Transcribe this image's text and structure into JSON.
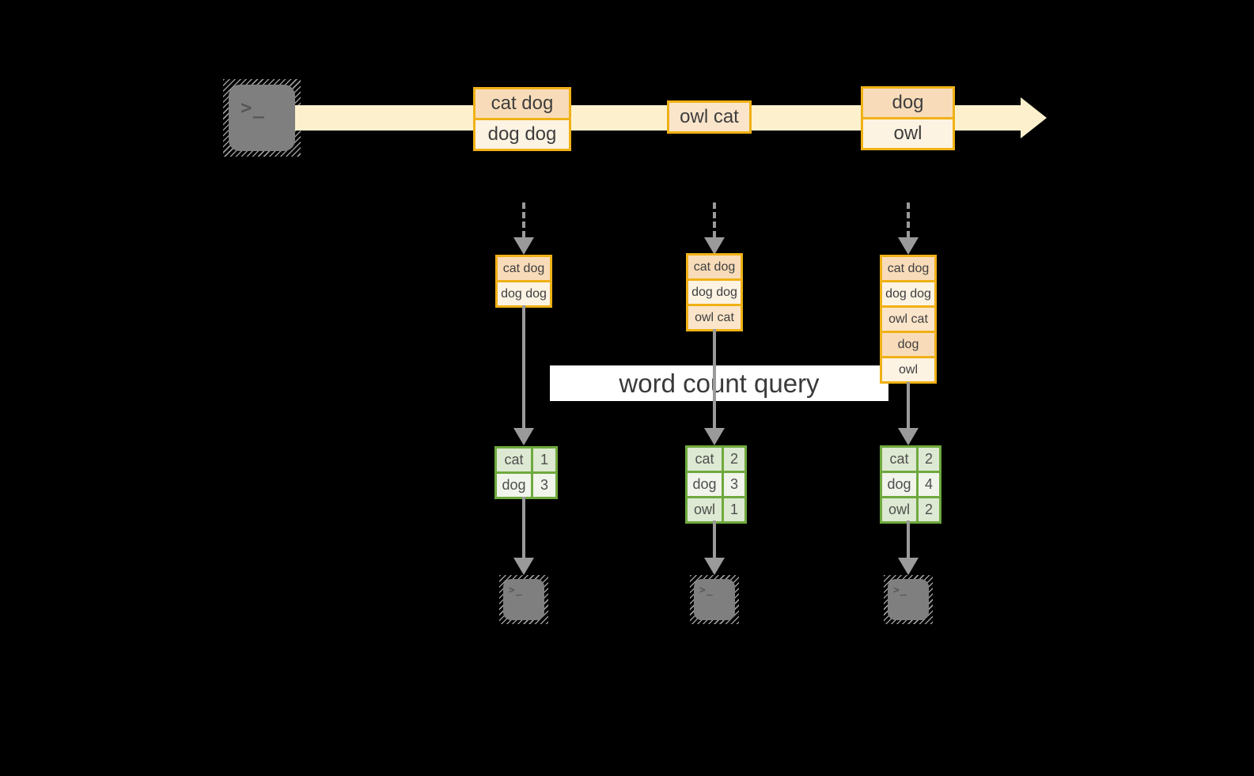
{
  "banner_label": "word count query",
  "source": {
    "icon": "terminal-icon",
    "glyph": ">_"
  },
  "sinks": {
    "icon": "terminal-icon",
    "glyph": ">_"
  },
  "timeline": {
    "events": [
      {
        "rows": [
          "cat dog",
          "dog dog"
        ]
      },
      {
        "rows": [
          "owl cat"
        ]
      },
      {
        "rows": [
          "dog",
          "owl"
        ]
      }
    ]
  },
  "cols": [
    {
      "stack": [
        "cat dog",
        "dog dog"
      ],
      "table": [
        {
          "word": "cat",
          "count": "1"
        },
        {
          "word": "dog",
          "count": "3"
        }
      ]
    },
    {
      "stack": [
        "cat dog",
        "dog dog",
        "owl cat"
      ],
      "table": [
        {
          "word": "cat",
          "count": "2"
        },
        {
          "word": "dog",
          "count": "3"
        },
        {
          "word": "owl",
          "count": "1"
        }
      ]
    },
    {
      "stack": [
        "cat dog",
        "dog dog",
        "owl cat",
        "dog",
        "owl"
      ],
      "table": [
        {
          "word": "cat",
          "count": "2"
        },
        {
          "word": "dog",
          "count": "4"
        },
        {
          "word": "owl",
          "count": "2"
        }
      ]
    }
  ],
  "colors": {
    "accent_orange": "#f0b115",
    "accent_green": "#6fa93e",
    "timeline_band": "#fdf0cd",
    "record_peach": "#f8dcba",
    "record_light_peach": "#fbe5ca",
    "record_cream": "#fdf3e3",
    "cell_green_dark": "#dde9d2",
    "cell_green_light": "#f0f4eb",
    "arrow_gray": "#9a9a9a",
    "background": "#000000"
  }
}
